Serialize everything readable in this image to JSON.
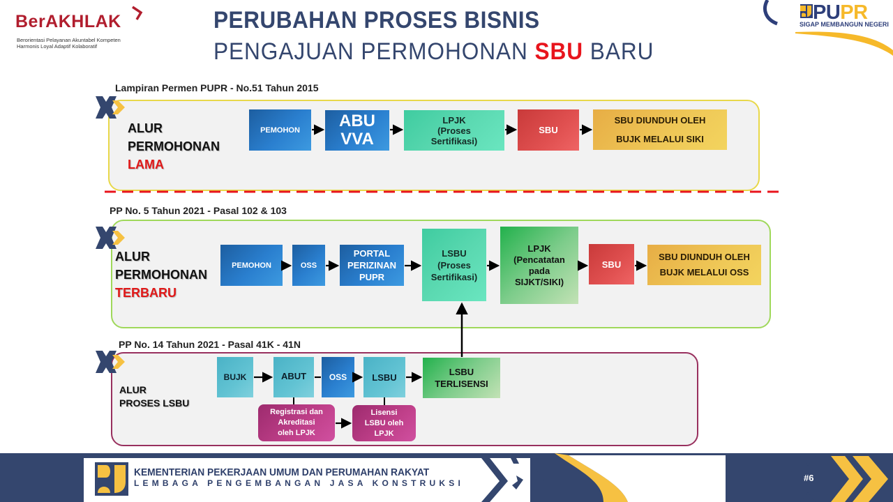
{
  "header": {
    "title_line1": "PERUBAHAN PROSES BISNIS",
    "title_line2_prefix": "PENGAJUAN PERMOHONAN",
    "title_line2_highlight": "SBU",
    "title_line2_suffix": "BARU",
    "berakhlak_logo": {
      "word": "BerAKHLAK",
      "tagline1": "Berorientasi Pelayanan Akuntabel Kompeten",
      "tagline2": "Harmonis Loyal Adaptif Kolaboratif"
    },
    "pupr_logo": {
      "word_part1": "PU",
      "word_part2": "PR",
      "tagline": "SIGAP MEMBANGUN NEGERI"
    }
  },
  "colors": {
    "navy": "#34466e",
    "red_accent": "#e8141c",
    "yellow": "#f6c142",
    "panel_lama_border": "#e8d84a",
    "panel_baru_border": "#9fd85a",
    "panel_lsbu_border": "#98305e"
  },
  "flows": {
    "lama": {
      "source": "Lampiran Permen PUPR -  No.51 Tahun 2015",
      "title_line1": "ALUR",
      "title_line2": "PERMOHONAN",
      "title_line3": "LAMA",
      "steps": [
        {
          "label": "PEMOHON"
        },
        {
          "label_line1": "ABU",
          "label_line2": "VVA"
        },
        {
          "label_line1": "LPJK",
          "label_line2": "(Proses",
          "label_line3": "Sertifikasi)"
        },
        {
          "label": "SBU"
        },
        {
          "label_line1": "SBU DIUNDUH OLEH",
          "label_line2": "BUJK MELALUI SIKI"
        }
      ]
    },
    "baru": {
      "source": "PP No. 5 Tahun 2021 - Pasal 102 & 103",
      "title_line1": "ALUR",
      "title_line2": "PERMOHONAN",
      "title_line3": "TERBARU",
      "steps": [
        {
          "label": "PEMOHON"
        },
        {
          "label": "OSS"
        },
        {
          "label_line1": "PORTAL",
          "label_line2": "PERIZINAN",
          "label_line3": "PUPR"
        },
        {
          "label_line1": "LSBU",
          "label_line2": "(Proses",
          "label_line3": "Sertifikasi)"
        },
        {
          "label_line1": "LPJK",
          "label_line2": "(Pencatatan",
          "label_line3": "pada",
          "label_line4": "SIJKT/SIKI)"
        },
        {
          "label": "SBU"
        },
        {
          "label_line1": "SBU DIUNDUH OLEH",
          "label_line2": "BUJK MELALUI OSS"
        }
      ]
    },
    "lsbu": {
      "source": "PP No. 14 Tahun 2021 - Pasal 41K - 41N",
      "title_line1": "ALUR",
      "title_line2": "PROSES LSBU",
      "steps": [
        {
          "label": "BUJK"
        },
        {
          "label": "ABUT"
        },
        {
          "label": "OSS"
        },
        {
          "label": "LSBU"
        },
        {
          "label_line1": "LSBU",
          "label_line2": "TERLISENSI"
        }
      ],
      "sub_steps": [
        {
          "label_line1": "Registrasi dan",
          "label_line2": "Akreditasi",
          "label_line3": "oleh LPJK"
        },
        {
          "label_line1": "Lisensi",
          "label_line2": "LSBU oleh",
          "label_line3": "LPJK"
        }
      ]
    }
  },
  "footer": {
    "ministry": "KEMENTERIAN PEKERJAAN UMUM DAN PERUMAHAN RAKYAT",
    "agency": "LEMBAGA PENGEMBANGAN JASA KONSTRUKSI",
    "page_number": "#6"
  }
}
